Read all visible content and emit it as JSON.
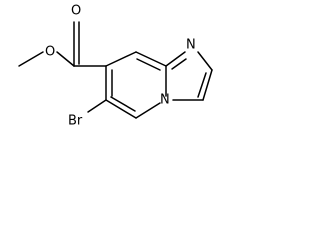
{
  "molecule": {
    "atoms": {
      "o_carbonyl": "O",
      "o_ester": "O",
      "n_imidazole": "N",
      "n_bridge": "N",
      "br": "Br"
    },
    "colors": {
      "bond": "#000000",
      "label": "#000000",
      "background": "#ffffff"
    }
  }
}
